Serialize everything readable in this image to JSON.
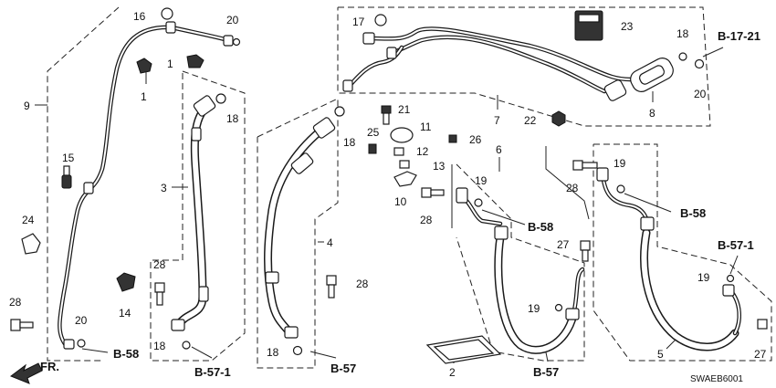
{
  "diagram": {
    "callouts": {
      "c1a": "1",
      "c1b": "1",
      "c2": "2",
      "c3": "3",
      "c4": "4",
      "c5": "5",
      "c6": "6",
      "c7": "7",
      "c8": "8",
      "c9": "9",
      "c10": "10",
      "c11": "11",
      "c12": "12",
      "c13": "13",
      "c14": "14",
      "c15": "15",
      "c16": "16",
      "c17": "17",
      "c18a": "18",
      "c18b": "18",
      "c18c": "18",
      "c18d": "18",
      "c18e": "18",
      "c19a": "19",
      "c19b": "19",
      "c19c": "19",
      "c19d": "19",
      "c20a": "20",
      "c20b": "20",
      "c20c": "20",
      "c21": "21",
      "c22": "22",
      "c23": "23",
      "c24": "24",
      "c25": "25",
      "c26": "26",
      "c27a": "27",
      "c27b": "27",
      "c28a": "28",
      "c28b": "28",
      "c28c": "28",
      "c28d": "28",
      "c28e": "28"
    },
    "refs": {
      "b1721": "B-17-21",
      "b58a": "B-58",
      "b58b": "B-58",
      "b58c": "B-58",
      "b571a": "B-57-1",
      "b571b": "B-57-1",
      "b57a": "B-57",
      "b57b": "B-57"
    },
    "front_label": "FR.",
    "code": "SWAEB6001"
  }
}
